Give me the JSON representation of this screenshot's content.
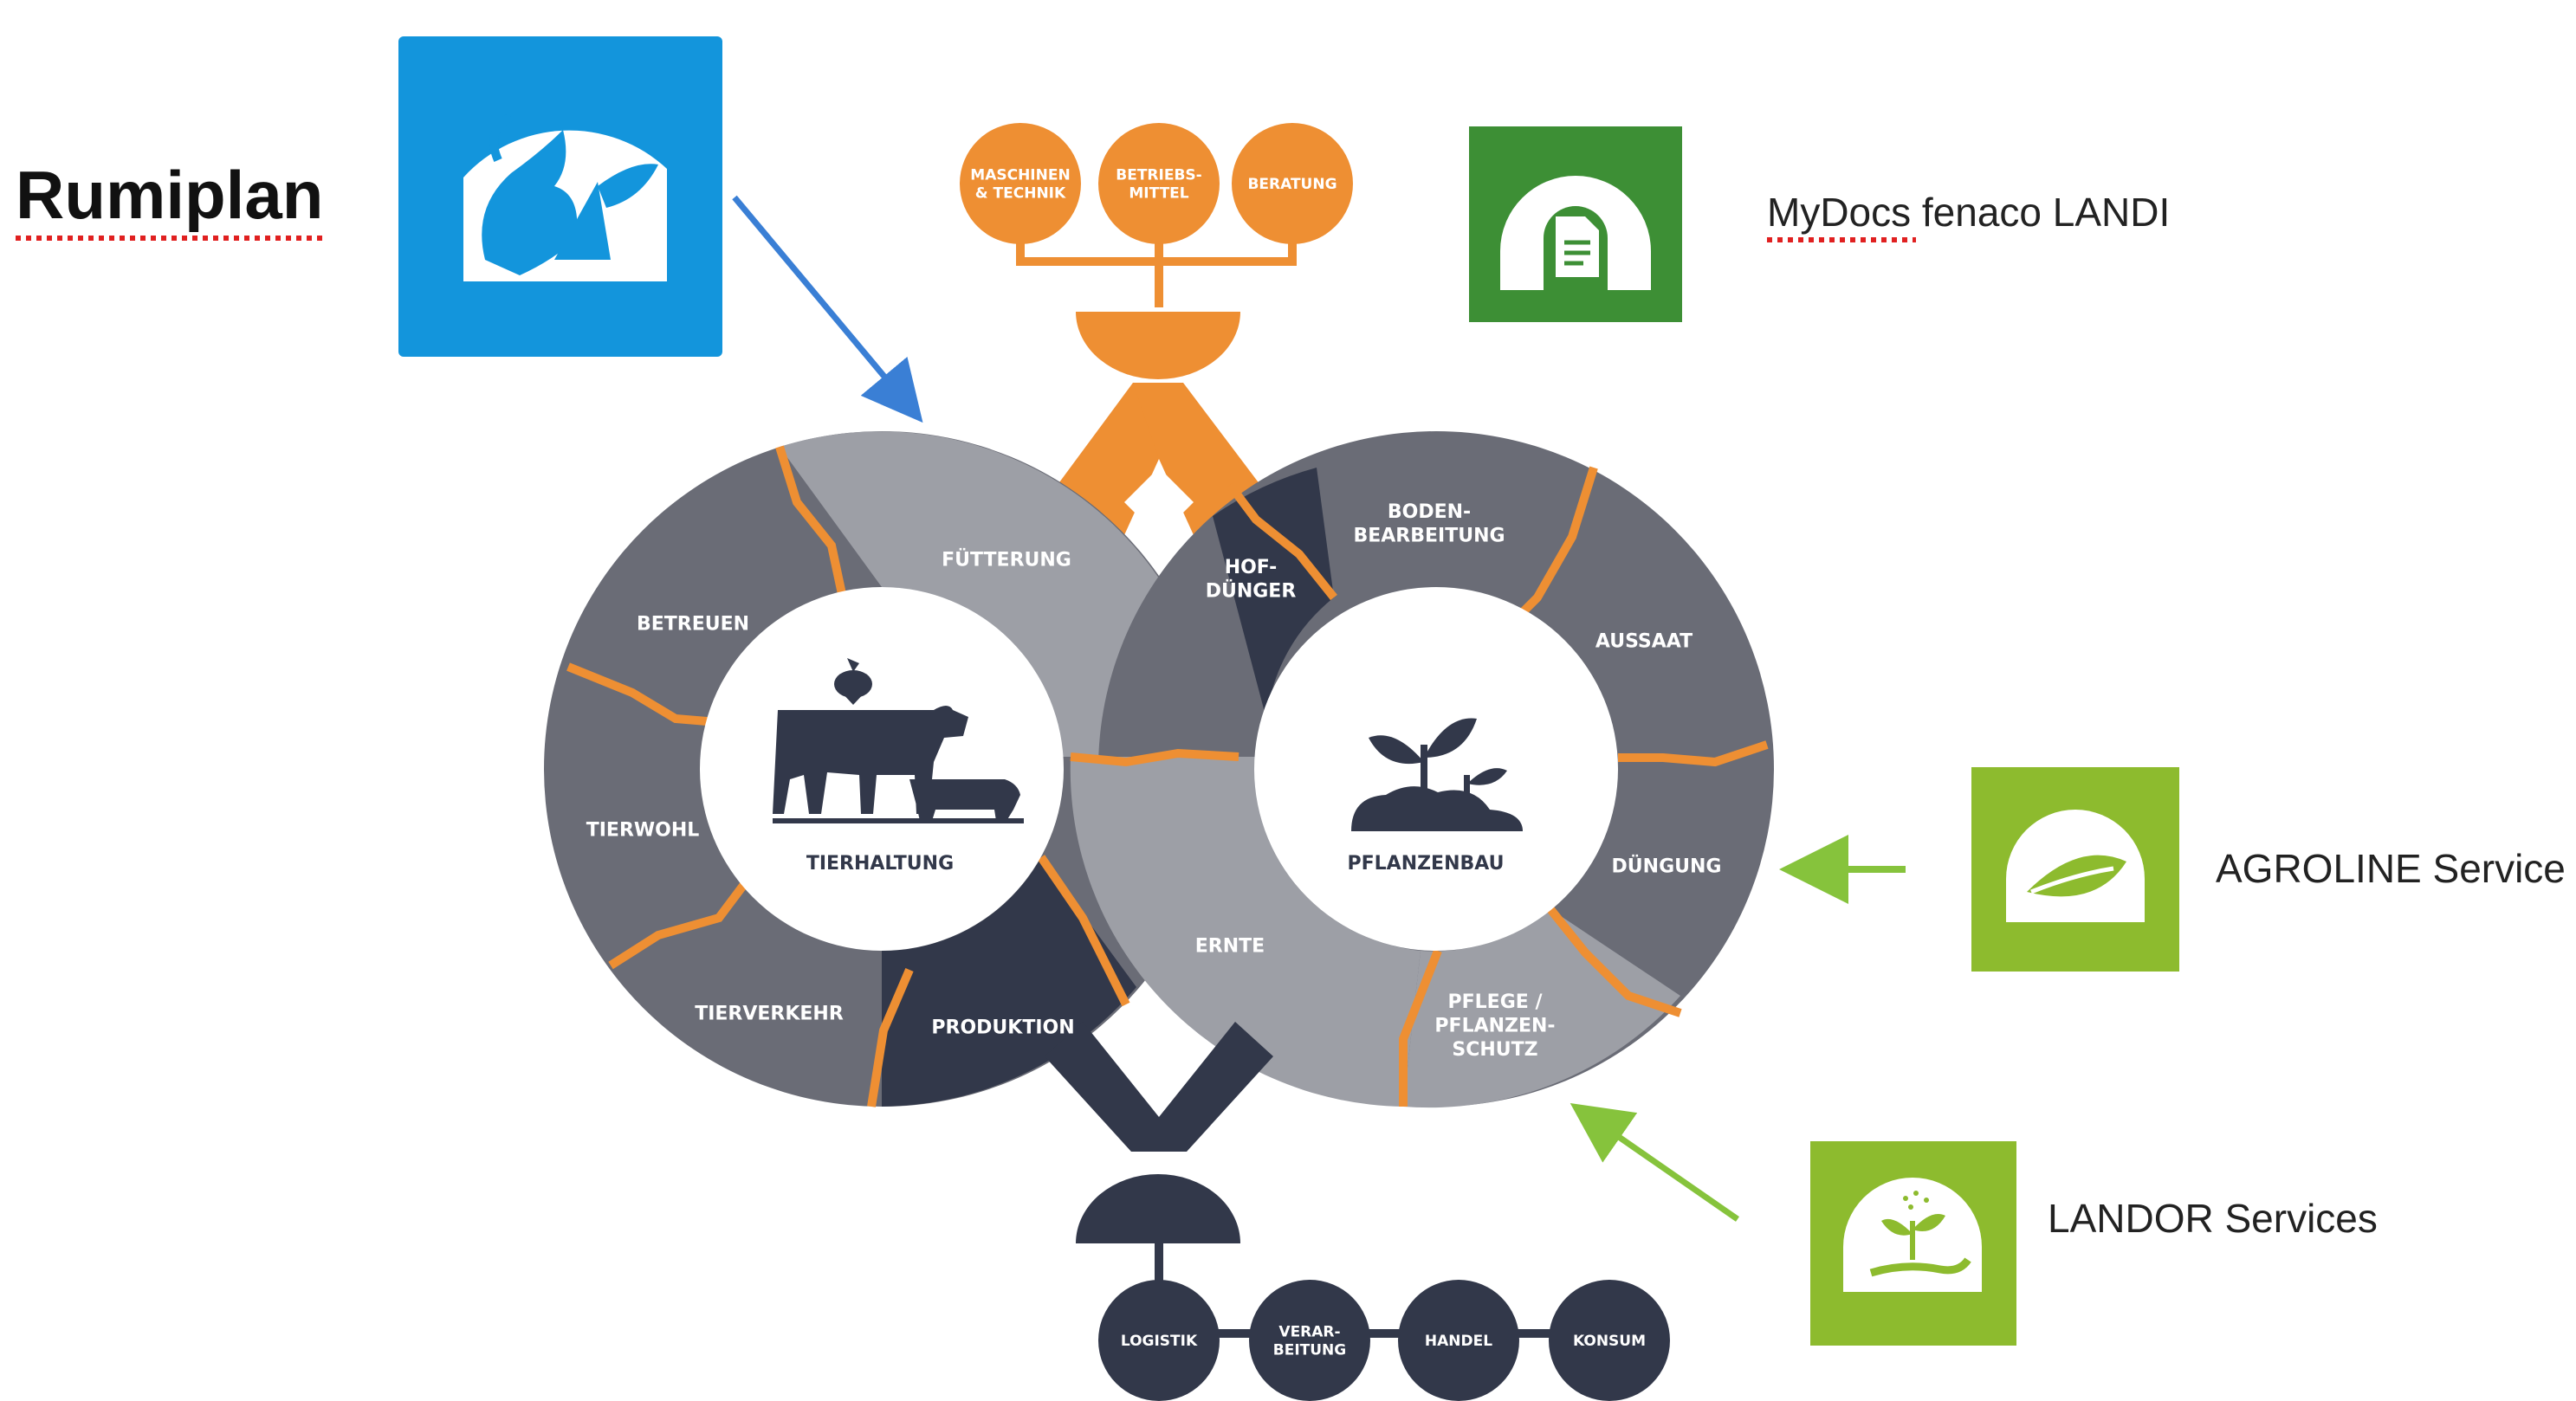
{
  "colors": {
    "orange": "#ee8f33",
    "light_gray": "#9d9fa6",
    "mid_gray": "#6a6c76",
    "dark_navy": "#32384a",
    "white": "#ffffff",
    "rumiplan_blue": "#1395dc",
    "mydocs_green": "#3d8f35",
    "agroline_green": "#8dbb2e",
    "landor_green": "#8dbb2e",
    "arrow_blue": "#3a7fd5",
    "arrow_green": "#86c33c"
  },
  "apps": {
    "rumiplan": {
      "label": "Rumiplan",
      "icon": "cow-head-feed-icon"
    },
    "mydocs": {
      "label": "MyDocs fenaco LANDI",
      "icon": "document-icon"
    },
    "agroline": {
      "label": "AGROLINE Service",
      "icon": "leaf-icon"
    },
    "landor": {
      "label": "LANDOR Services",
      "icon": "hand-plant-icon"
    }
  },
  "inputs": [
    {
      "lines": [
        "MASCHINEN",
        "& TECHNIK"
      ]
    },
    {
      "lines": [
        "BETRIEBS-",
        "MITTEL"
      ]
    },
    {
      "lines": [
        "BERATUNG"
      ]
    }
  ],
  "outputs": [
    {
      "lines": [
        "LOGISTIK"
      ]
    },
    {
      "lines": [
        "VERAR-",
        "BEITUNG"
      ]
    },
    {
      "lines": [
        "HANDEL"
      ]
    },
    {
      "lines": [
        "KONSUM"
      ]
    }
  ],
  "left_ring": {
    "center": "TIERHALTUNG",
    "segments": [
      {
        "lines": [
          "FÜTTERUNG"
        ]
      },
      {
        "lines": [
          "BETREUEN"
        ]
      },
      {
        "lines": [
          "TIERWOHL"
        ]
      },
      {
        "lines": [
          "TIERVERKEHR"
        ]
      },
      {
        "lines": [
          "PRODUKTION"
        ]
      }
    ]
  },
  "right_ring": {
    "center": "PFLANZENBAU",
    "segments": [
      {
        "lines": [
          "HOF-",
          "DÜNGER"
        ]
      },
      {
        "lines": [
          "BODEN-",
          "BEARBEITUNG"
        ]
      },
      {
        "lines": [
          "AUSSAAT"
        ]
      },
      {
        "lines": [
          "DÜNGUNG"
        ]
      },
      {
        "lines": [
          "PFLEGE /",
          "PFLANZEN-",
          "SCHUTZ"
        ]
      },
      {
        "lines": [
          "ERNTE"
        ]
      }
    ]
  }
}
